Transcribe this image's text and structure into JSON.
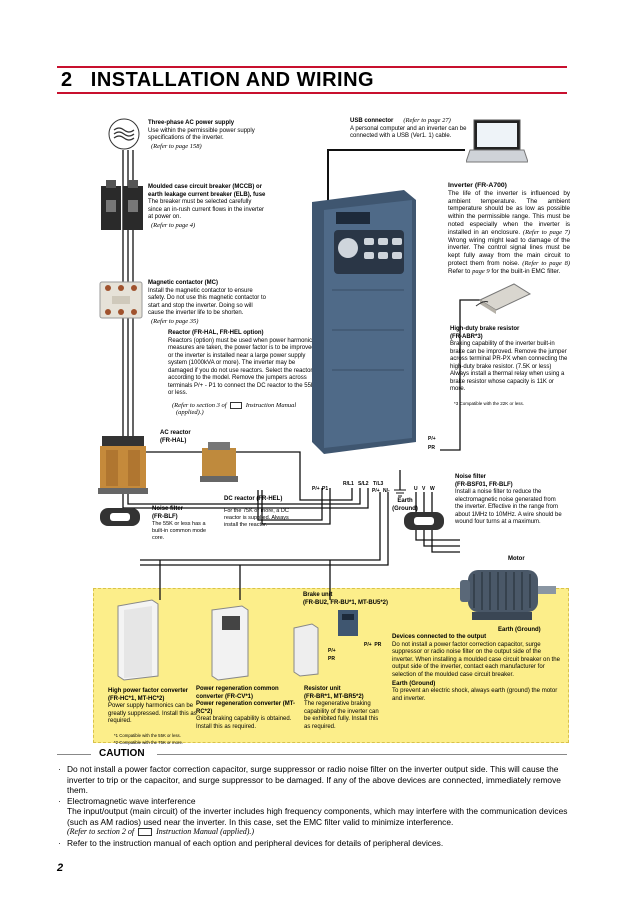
{
  "section": {
    "number": "2",
    "title": "INSTALLATION AND WIRING"
  },
  "power_supply": {
    "title": "Three-phase AC power supply",
    "text": "Use within the permissible power supply specifications of the inverter.",
    "ref": "(Refer to page 158)"
  },
  "mccb": {
    "title": "Moulded case circuit breaker (MCCB) or earth leakage current breaker (ELB), fuse",
    "text": "The breaker must be selected carefully since an in-rush current flows in the inverter at power on.",
    "ref": "(Refer to page 4)"
  },
  "mc": {
    "title": "Magnetic contactor (MC)",
    "text": "Install the magnetic contactor to ensure safety. Do not use this magnetic contactor to start and stop the inverter. Doing so will cause the inverter life to be shorten.",
    "ref": "(Refer to page 35)"
  },
  "reactor": {
    "title": "Reactor (FR-HAL, FR-HEL option)",
    "text": "Reactors (option) must be used when power harmonics measures are taken, the power factor is to be improved or the inverter is installed near a large power supply system (1000kVA or more). The inverter may be damaged if you do not use reactors. Select the reactor according to the model. Remove the jumpers across terminals P/+ - P1 to connect the DC reactor to the 55K or less.",
    "ref_prefix": "(Refer to section 3 of",
    "ref_manual": "Instruction Manual",
    "ref_suffix": "(applied).)"
  },
  "ac_reactor": {
    "title": "AC reactor",
    "model": "(FR-HAL)"
  },
  "noise_filter_left": {
    "title": "Noise filter",
    "model": "(FR-BLF)",
    "text": "The 55K or less has a built-in common mode core."
  },
  "dc_reactor": {
    "title": "DC reactor (FR-HEL)",
    "text": "For the 75K or more, a DC reactor is supplied. Always install the reactor."
  },
  "usb": {
    "title": "USB connector",
    "ref": "(Refer to page 27)",
    "text": "A personal computer and an inverter can be connected with a USB (Ver1. 1) cable."
  },
  "inverter": {
    "title": "Inverter (FR-A700)",
    "text": "The life of the inverter is influenced by ambient temperature. The ambient temperature should be as low as possible within the permissible range. This must be noted especially when the inverter is installed in an enclosure.",
    "ref1": "(Refer to page 7)",
    "text2": "Wrong wiring might lead to damage of the inverter. The control signal lines must be kept fully away from the main circuit to protect them from noise.",
    "ref2": "(Refer to page 8)",
    "text3_prefix": "Refer to",
    "ref3": "page 9",
    "text3_suffix": "for the built-in EMC filter."
  },
  "brake_resistor": {
    "title": "High-duty brake resistor",
    "model": "(FR-ABR*3)",
    "text": "Braking capability of the inverter built-in brake can be improved. Remove the jumper across terminal PR-PX when connecting the high-duty brake resistor. (7.5K or less) Always install a thermal relay when using a brake resistor whose capacity is 11K or more.",
    "note": "*3 Compatible with the 22K or less."
  },
  "terminals": {
    "p_plus": "P/+",
    "pr": "PR",
    "row": [
      "P/+",
      "P1",
      "R/L1",
      "S/L2",
      "T/L3",
      "P/+",
      "N/-",
      "U",
      "V",
      "W"
    ]
  },
  "earth_ground": {
    "title": "Earth",
    "sub": "(Ground)"
  },
  "noise_filter_right": {
    "title": "Noise filter",
    "model": "(FR-BSF01, FR-BLF)",
    "text": "Install a noise filter to reduce the electromagnetic noise generated from the inverter. Effective in the range from about 1MHz to 10MHz. A wire should be wound four turns at a maximum."
  },
  "motor": {
    "label": "Motor"
  },
  "earth_ground_right": {
    "label": "Earth (Ground)"
  },
  "brake_unit": {
    "title": "Brake unit",
    "model": "(FR-BU2, FR-BU*1, MT-BU5*2)"
  },
  "high_pf_converter": {
    "title": "High power factor converter",
    "model": "(FR-HC*1, MT-HC*2)",
    "text": "Power supply harmonics can be greatly suppressed. Install this as required.",
    "note1": "*1   Compatible with the 55K or less.",
    "note2": "*2   Compatible with the 75K or more."
  },
  "power_regen": {
    "title1": "Power regeneration common converter (FR-CV*1)",
    "title2": "Power regeneration converter (MT-RC*2)",
    "text": "Great braking capability is obtained. Install this as required."
  },
  "resistor_unit": {
    "title": "Resistor unit",
    "model": "(FR-BR*1, MT-BR5*2)",
    "text": "The regenerative braking capability of the inverter can be exhibited fully. Install this as required."
  },
  "output_devices": {
    "title": "Devices connected to the output",
    "text": "Do not install a power factor correction capacitor, surge suppressor or radio noise filter on the output side of the inverter. When installing a moulded case circuit breaker on the output side of the inverter, contact each manufacturer for selection of the moulded case circuit breaker.",
    "earth_title": "Earth (Ground)",
    "earth_text": "To prevent an electric shock, always earth (ground) the motor and inverter."
  },
  "caution": {
    "title": "CAUTION",
    "item1": "Do not install a power factor correction capacitor, surge suppressor or radio noise filter on the inverter output side. This will cause the inverter to trip or the capacitor, and surge suppressor to be damaged. If any of the above devices are connected, immediately remove them.",
    "item2a": "Electromagnetic wave interference",
    "item2b": "The input/output (main circuit) of the inverter includes high frequency components, which may interfere with the communication devices (such as AM radios) used near the inverter. In this case, set the EMC filter valid to minimize interference.",
    "ref_prefix": "(Refer to section 2 of",
    "ref_manual": "Instruction Manual (applied).)",
    "item3": "Refer to the instruction manual of each option and peripheral devices for details of peripheral devices."
  },
  "page_number": "2",
  "colors": {
    "accent": "#c8102e",
    "panel": "#fcee8a",
    "wire": "#111111"
  }
}
